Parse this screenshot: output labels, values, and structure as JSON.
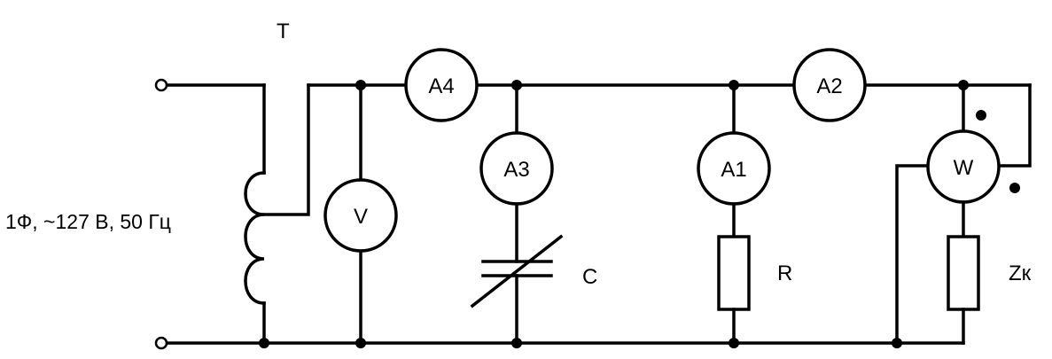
{
  "source": {
    "label": "1Ф, ~127 В, 50 Гц"
  },
  "transformer": {
    "label": "T"
  },
  "meters": {
    "voltmeter": "V",
    "a1": "A1",
    "a2": "A2",
    "a3": "A3",
    "a4": "A4",
    "wattmeter": "W"
  },
  "components": {
    "capacitor": "C",
    "resistor": "R",
    "load": "Zк"
  }
}
